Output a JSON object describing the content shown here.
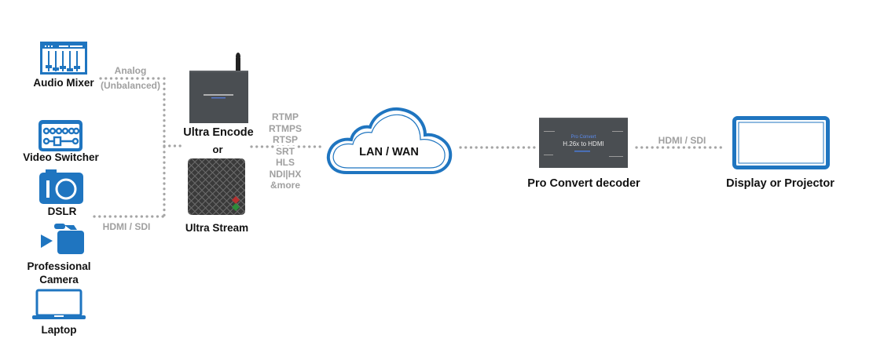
{
  "colors": {
    "icon_blue": "#1f75c0",
    "dots": "#a5a5a5",
    "connector_text": "#a0a0a0",
    "device_dark": "#4a4e52",
    "label": "#111111"
  },
  "sources": [
    {
      "label": "Audio Mixer",
      "icon": "audio-mixer-icon"
    },
    {
      "label": "Video Switcher",
      "icon": "video-switcher-icon"
    },
    {
      "label": "DSLR",
      "icon": "dslr-camera-icon"
    },
    {
      "label": "Professional Camera",
      "label_line1": "Professional",
      "label_line2": "Camera",
      "icon": "pro-camera-icon"
    },
    {
      "label": "Laptop",
      "icon": "laptop-icon"
    }
  ],
  "connections": {
    "analog_line1": "Analog",
    "analog_line2": "(Unbalanced)",
    "hdmi_sdi_in": "HDMI / SDI",
    "protocols": [
      "RTMP",
      "RTMPS",
      "RTSP",
      "SRT",
      "HLS",
      "NDI|HX",
      "&more"
    ],
    "hdmi_sdi_out": "HDMI / SDI"
  },
  "encoders": {
    "encode_label": "Ultra Encode",
    "or_label": "or",
    "stream_label": "Ultra Stream",
    "encode_device_text": "Ultra Encode HDMI"
  },
  "network": {
    "label": "LAN / WAN",
    "icon": "cloud-icon"
  },
  "decoder": {
    "label": "Pro Convert decoder",
    "device_brand": "Pro Convert",
    "device_title": "H.26x to HDMI"
  },
  "display": {
    "label": "Display or Projector",
    "icon": "display-icon"
  }
}
